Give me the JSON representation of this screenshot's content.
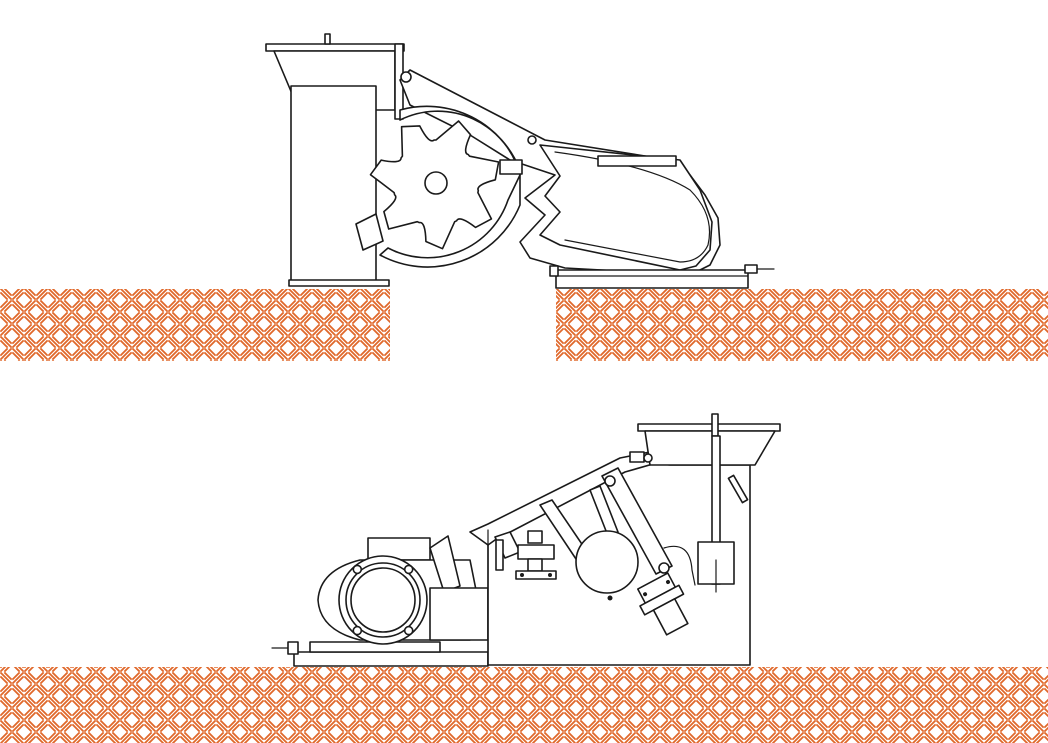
{
  "diagram": {
    "subject": "crusher-machine-installation-elevations",
    "views": [
      {
        "id": "upper-view",
        "machine": "toothed-rotor-crusher-in-pit"
      },
      {
        "id": "lower-view",
        "machine": "motor-driven-crusher-on-base-frame"
      }
    ]
  },
  "style": {
    "line_color": "#1a1a1a",
    "ground_hatch_color": "#e0682a",
    "background": "#ffffff"
  }
}
